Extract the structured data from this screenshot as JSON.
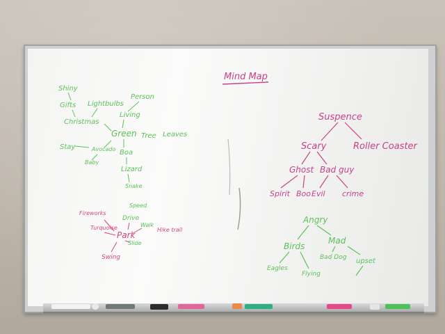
{
  "board": {
    "title": "Mind Map",
    "left_map": {
      "color": "#5cc05a",
      "accent_color": "#d2467a",
      "words": [
        "Shiny",
        "Gifts",
        "Lightbulbs",
        "Person",
        "Christmas",
        "Living",
        "Green",
        "Tree",
        "Leaves",
        "Stay",
        "Avocado",
        "Baby",
        "Boa",
        "Lizard",
        "Snake",
        "Turquoise",
        "Fireworks",
        "Speed",
        "Drive",
        "Park",
        "Walk",
        "Hike trail",
        "Slide",
        "Swing"
      ]
    },
    "right_map": {
      "color": "#c8408a",
      "green_color": "#5cc05a",
      "pink": [
        "Suspence",
        "Scary",
        "Roller Coaster",
        "Ghost",
        "Bad guy",
        "Spirit",
        "Boo",
        "Evil",
        "crime"
      ],
      "green": [
        "Angry",
        "Birds",
        "Mad",
        "Eagles",
        "Flying",
        "Bad Dog",
        "upset"
      ]
    }
  }
}
